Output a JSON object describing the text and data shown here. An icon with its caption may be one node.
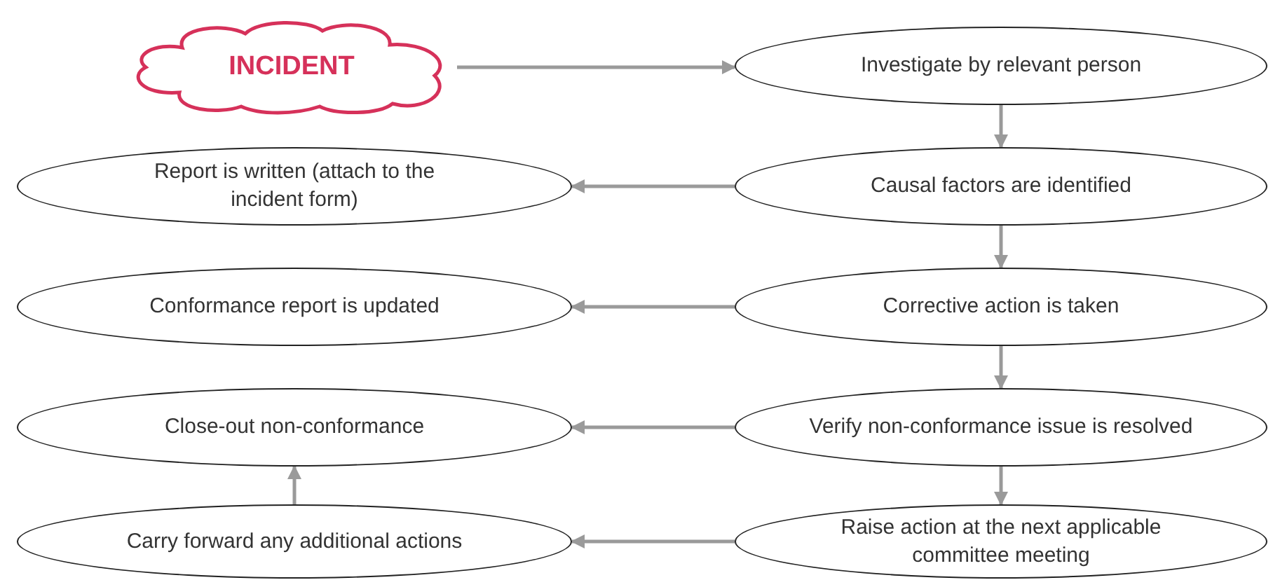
{
  "diagram": {
    "nodes": [
      {
        "text": [
          "INCIDENT"
        ]
      },
      {
        "text": [
          "Investigate by relevant person"
        ]
      },
      {
        "text": [
          "Report is written (attach to the incident form)"
        ]
      },
      {
        "text": [
          "Causal factors are identified"
        ]
      },
      {
        "text": [
          "Conformance report is updated"
        ]
      },
      {
        "text": [
          "Corrective action is taken"
        ]
      },
      {
        "text": [
          "Close-out non-conformance"
        ]
      },
      {
        "text": [
          "Verify non-conformance issue is resolved"
        ]
      },
      {
        "text": [
          "Carry forward any additional actions"
        ]
      },
      {
        "text": [
          "Raise action at the next applicable committee meeting"
        ]
      }
    ],
    "edges": [
      {
        "from": 0,
        "to": 1,
        "arrow": "to"
      },
      {
        "from": 1,
        "to": 3,
        "arrow": "to"
      },
      {
        "from": 3,
        "to": 2,
        "arrow": "to"
      },
      {
        "from": 3,
        "to": 5,
        "arrow": "to"
      },
      {
        "from": 5,
        "to": 4,
        "arrow": "to"
      },
      {
        "from": 5,
        "to": 7,
        "arrow": "to"
      },
      {
        "from": 7,
        "to": 6,
        "arrow": "to"
      },
      {
        "from": 7,
        "to": 9,
        "arrow": "to"
      },
      {
        "from": 9,
        "to": 8,
        "arrow": "to"
      },
      {
        "from": 8,
        "to": 6,
        "arrow": "to"
      }
    ]
  }
}
